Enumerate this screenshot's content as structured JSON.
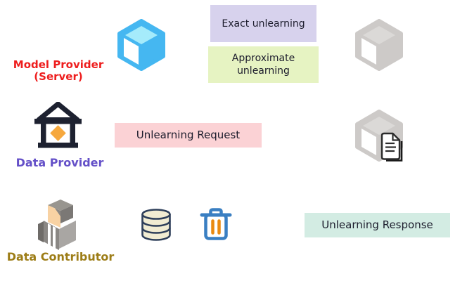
{
  "diagram": {
    "model_provider": {
      "line1": "Model Provider",
      "line2": "(Server)"
    },
    "data_provider": {
      "label": "Data Provider"
    },
    "data_contributor": {
      "label": "Data Contributor"
    },
    "boxes": {
      "exact": {
        "text": "Exact unlearning"
      },
      "approximate": {
        "line1": "Approximate",
        "line2": "unlearning"
      },
      "request": {
        "text": "Unlearning Request"
      },
      "response": {
        "text": "Unlearning Response"
      }
    },
    "colors": {
      "exact_bg": "#d7d2ed",
      "approximate_bg": "#e6f3c2",
      "request_bg": "#fbd2d5",
      "response_bg": "#d3ece3",
      "model_provider_text": "#ee1d1d",
      "data_provider_text": "#6450c8",
      "data_contributor_text": "#9d7d17",
      "model_cube_blue": "#45b7f1",
      "model_cube_top": "#a5ebfb",
      "unlearned_cube_gray": "#cdcac8",
      "bank_dark": "#1d2130",
      "bank_diamond_orange": "#f6a83e",
      "database_fill": "#f1ecd2",
      "database_outline": "#2e3f5a",
      "trash_blue": "#3a7fc2",
      "trash_bars_orange": "#ea8a10"
    }
  }
}
